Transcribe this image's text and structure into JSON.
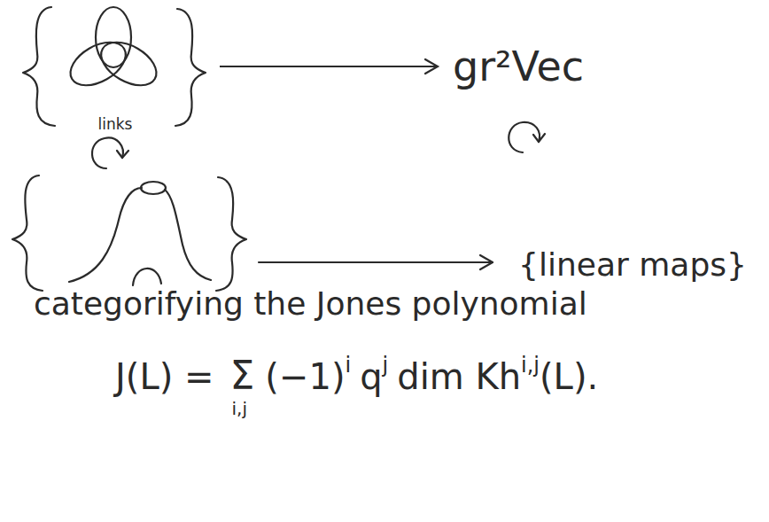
{
  "diagram": {
    "nodes": [
      {
        "text": [
          "links"
        ]
      },
      {
        "text": [
          "gr²Vec"
        ]
      },
      {
        "text": [
          "{linear maps}"
        ]
      }
    ],
    "edges": [
      {
        "from": 0,
        "to": 1,
        "arrow": "to"
      }
    ],
    "labels": [
      "categorifying the Jones polynomial",
      "J(L) =",
      "Σ",
      "i,j",
      "(−1)",
      "i",
      "q",
      "j",
      "dim Kh",
      "i,j",
      "(L)."
    ]
  }
}
